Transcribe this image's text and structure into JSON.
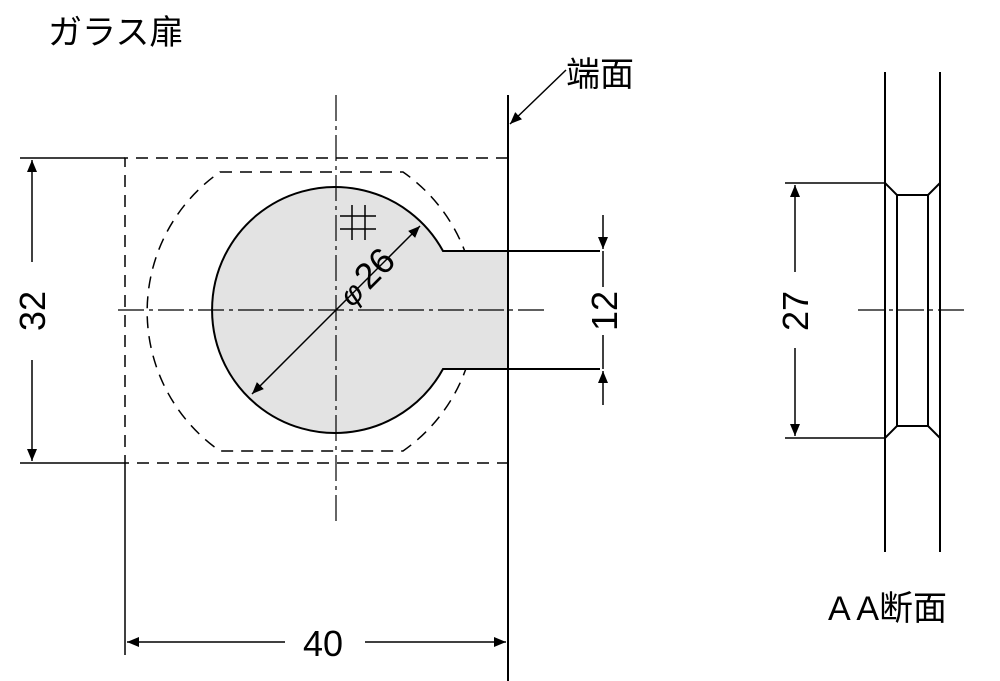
{
  "labels": {
    "title": "ガラス扉",
    "end_face": "端面",
    "section": "A A断面"
  },
  "dimensions": {
    "height": "32",
    "width": "40",
    "slot": "12",
    "section_height": "27",
    "diameter": "26",
    "phi": "φ"
  },
  "colors": {
    "part_fill": "#e3e3e3",
    "line": "#000000",
    "background": "#ffffff"
  }
}
